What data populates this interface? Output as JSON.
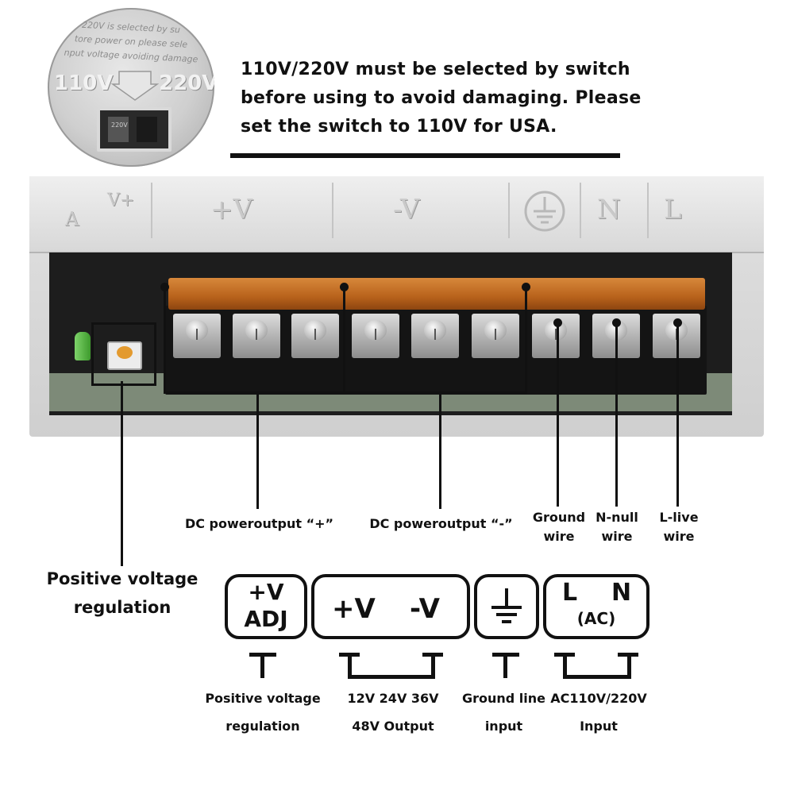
{
  "inset": {
    "engraving_lines": [
      "220V is selected by su",
      "tore power on please sele",
      "nput voltage avoiding damage"
    ],
    "left_voltage": "110V",
    "right_voltage": "220V",
    "switch_label": "220V"
  },
  "note": {
    "line1": "110V/220V must be selected by switch",
    "line2": "before using to avoid damaging. Please",
    "line3": "set the switch to 110V for USA."
  },
  "psu_engraving": {
    "adj": "A",
    "adj_v": "V+",
    "plus_v": "+V",
    "minus_v": "-V",
    "n": "N",
    "l": "L",
    "ground_icon": "ground-icon"
  },
  "labels": {
    "dc_plus": "DC poweroutput “+”",
    "dc_minus": "DC poweroutput “-”",
    "ground_wire_1": "Ground",
    "ground_wire_2": "wire",
    "n_null_1": "N-null",
    "n_null_2": "wire",
    "l_live_1": "L-live",
    "l_live_2": "wire",
    "pos_reg_1": "Positive voltage",
    "pos_reg_2": "regulation"
  },
  "legend": {
    "adj_box_line1": "+V",
    "adj_box_line2": "ADJ",
    "out_box_plus": "+V",
    "out_box_minus": "-V",
    "ac_box_l": "L",
    "ac_box_n": "N",
    "ac_box_ac": "(AC)",
    "adj_caption_1": "Positive voltage",
    "adj_caption_2": "regulation",
    "out_caption_1": "12V 24V 36V",
    "out_caption_2": "48V Output",
    "gnd_caption_1": "Ground line",
    "gnd_caption_2": "input",
    "ac_caption_1": "AC110V/220V",
    "ac_caption_2": "Input"
  },
  "colors": {
    "terminal_cover": "#b8621b",
    "led": "#4caf3a",
    "potentiometer": "#e39a2f"
  }
}
